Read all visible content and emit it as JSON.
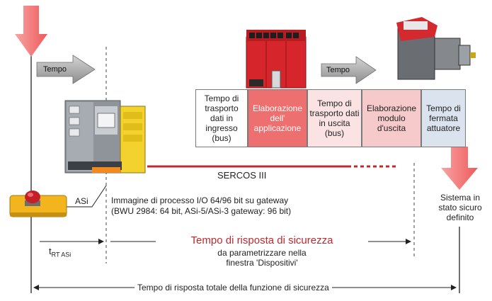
{
  "arrow_top_label_1": "Tempo",
  "arrow_top_label_2": "Tempo",
  "boxes": [
    {
      "text": "Tempo di trasporto dati in ingresso (bus)",
      "bg": "#ffffff",
      "color": "#222222"
    },
    {
      "text": "Elaborazione dell' applicazione",
      "bg": "#ee6f6f",
      "color": "#ffffff"
    },
    {
      "text": "Tempo di trasporto dati in uscita (bus)",
      "bg": "#fbe3e3",
      "color": "#222222"
    },
    {
      "text": "Elaborazione modulo d'uscita",
      "bg": "#f6caca",
      "color": "#222222"
    },
    {
      "text": "Tempo di fermata attuatore",
      "bg": "#dbe4ee",
      "color": "#222222"
    }
  ],
  "sercos_label": "SERCOS III",
  "asi_label": "ASi",
  "process_image_line1": "Immagine di processo I/O 64/96 bit su gateway",
  "process_image_line2": "(BWU 2984: 64 bit, ASi-5/ASi-3 gateway: 96 bit)",
  "safe_state": "Sistema in stato sicuro definito",
  "response_time_title": "Tempo di risposta di sicurezza",
  "response_time_sub1": "da parametrizzare nella",
  "response_time_sub2": "finestra 'Dispositivi'",
  "trt_main": "t",
  "trt_sub": "RT ASi",
  "total_time": "Tempo di risposta totale della funzione di sicurezza",
  "colors": {
    "accent_red": "#c0282d",
    "arrow_pink": "#f26f70",
    "arrow_gray": "#a3a3a3"
  }
}
